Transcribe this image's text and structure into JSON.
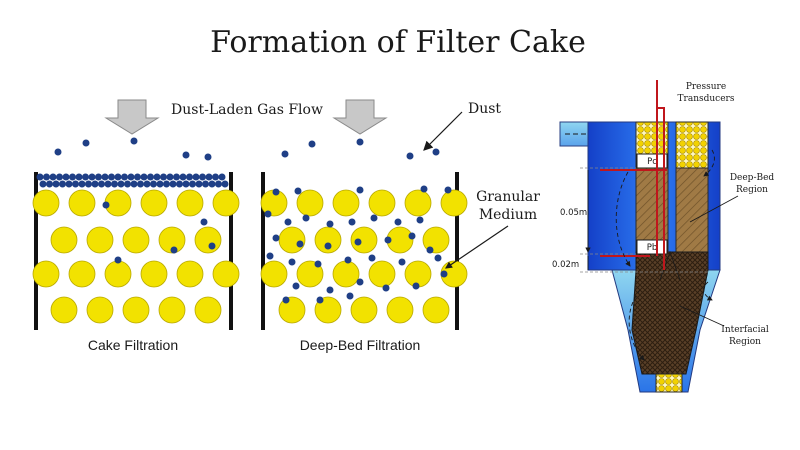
{
  "title": "Formation of Filter Cake",
  "gas_flow_label": "Dust-Laden Gas Flow",
  "dust_label": "Dust",
  "granular_label_line1": "Granular",
  "granular_label_line2": "Medium",
  "cake_caption": "Cake Filtration",
  "deepbed_caption": "Deep-Bed Filtration",
  "pressure_line1": "Pressure",
  "pressure_line2": "Transducers",
  "pc_label": "Pc",
  "pb_label": "Pb",
  "deepbed_region_line1": "Deep-Bed",
  "deepbed_region_line2": "Region",
  "interfacial_line1": "Interfacial",
  "interfacial_line2": "Region",
  "dim_upper": "0.05m",
  "dim_lower": "0.02m",
  "colors": {
    "granule": "#f2e200",
    "dust": "#1f3f86",
    "arrow_gray": "#c8c8c8",
    "wall_blue": "#1f5fe0",
    "light_blue": "#8fd6f0",
    "cake_brown": "#6b4a2a",
    "red_probe": "#c0161c"
  }
}
